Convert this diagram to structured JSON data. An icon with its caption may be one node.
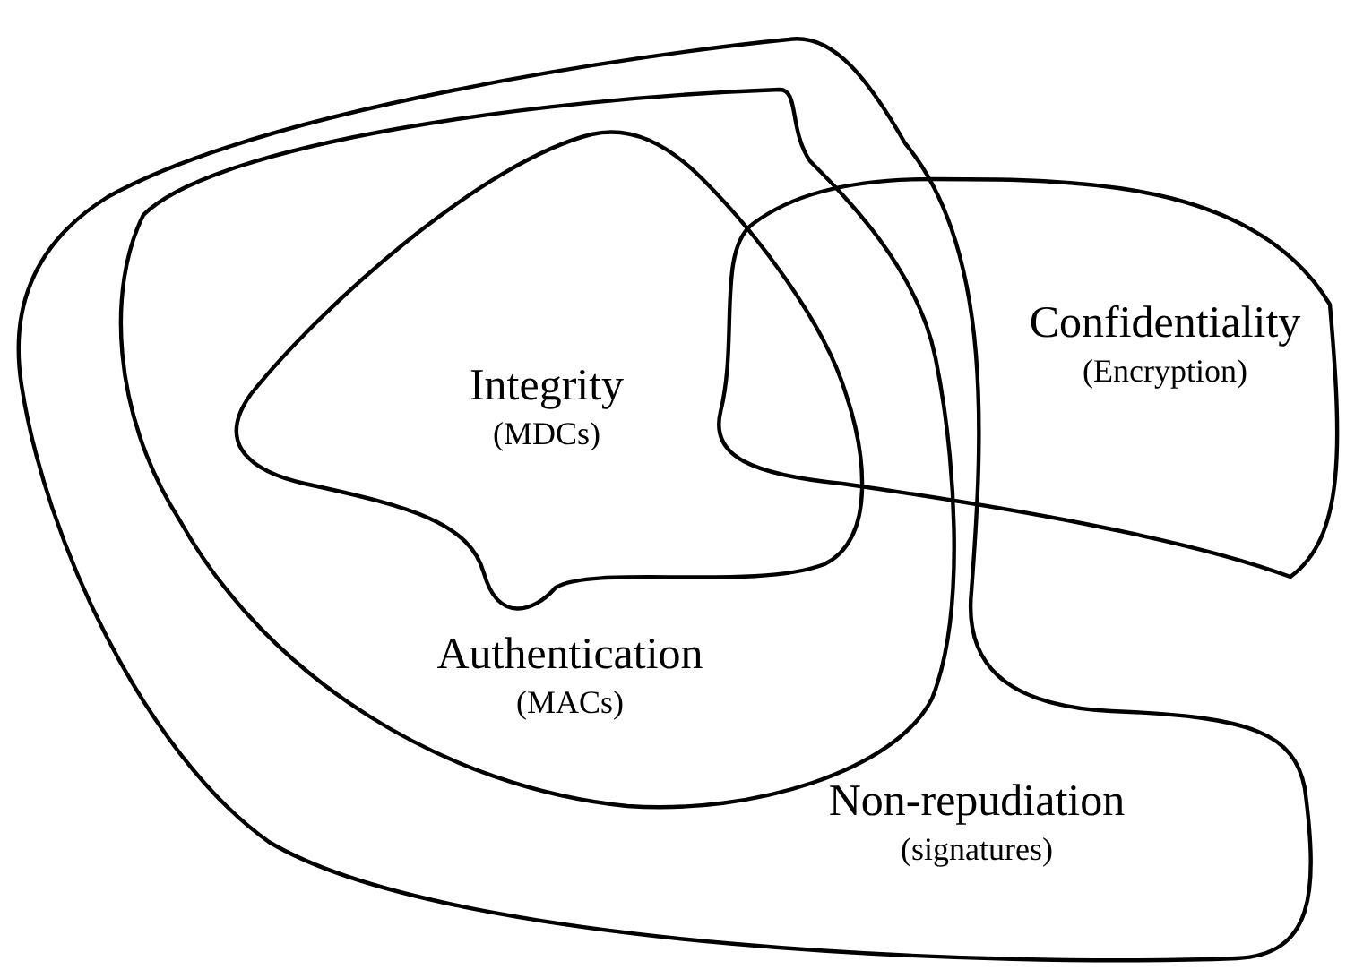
{
  "diagram": {
    "nodes": [
      {
        "text": [
          "Non-repudiation",
          "(signatures)"
        ]
      },
      {
        "text": [
          "Authentication",
          "(MACs)"
        ],
        "in": 0
      },
      {
        "text": [
          "Integrity",
          "(MDCs)"
        ],
        "in": 1
      },
      {
        "text": [
          "Confidentiality",
          "(Encryption)"
        ]
      }
    ]
  }
}
